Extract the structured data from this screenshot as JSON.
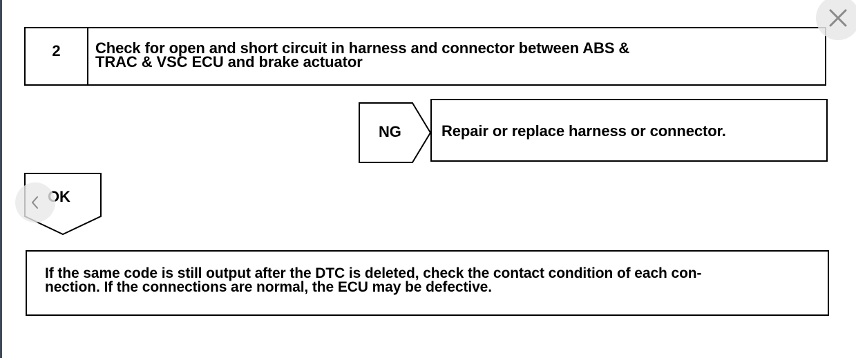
{
  "step": {
    "number": "2",
    "title_line1": "Check for open and short circuit in harness and connector between ABS &",
    "title_line2": "TRAC & VSC ECU and brake actuator"
  },
  "ng": {
    "label": "NG",
    "result": "Repair or replace harness or connector."
  },
  "ok": {
    "label": "OK"
  },
  "final": {
    "line1": "If the same code is still output after the DTC is deleted, check the contact condition of each con-",
    "line2": "nection. If the connections are normal, the ECU may be defective."
  },
  "controls": {
    "close_icon": "close-icon",
    "prev_icon": "chevron-left-icon"
  }
}
